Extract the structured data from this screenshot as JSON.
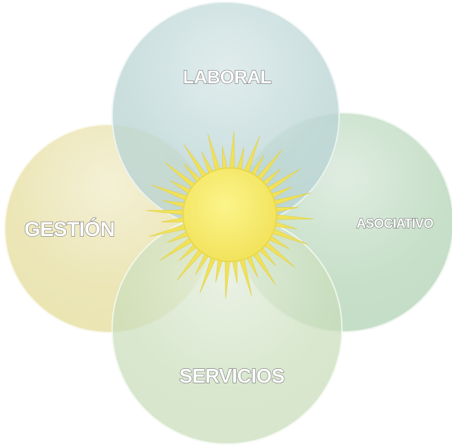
{
  "diagram": {
    "petals": [
      {
        "id": "laboral",
        "label": "LABORAL",
        "color": "#b9d3d3"
      },
      {
        "id": "asociativo",
        "label": "ASOCIATIVO",
        "color": "#b7d6b9"
      },
      {
        "id": "servicios",
        "label": "SERVICIOS",
        "color": "#c6dcb6"
      },
      {
        "id": "gestion",
        "label": "GESTIÓN",
        "color": "#e6dfa4"
      }
    ],
    "center_icon": "sun-icon",
    "sun_color": "#f5ea6a",
    "ray_color": "#f1e25a"
  }
}
